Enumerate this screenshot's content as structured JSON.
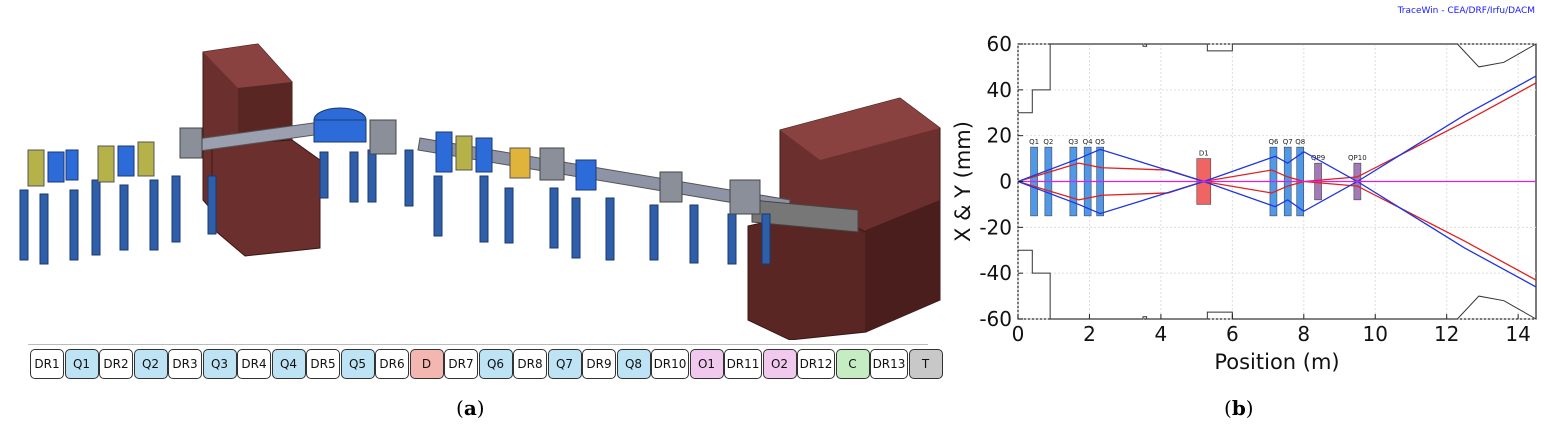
{
  "panel_a": {
    "label": "a",
    "sequence": [
      {
        "label": "DR1",
        "color": "#ffffff"
      },
      {
        "label": "Q1",
        "color": "#bde3f4"
      },
      {
        "label": "DR2",
        "color": "#ffffff"
      },
      {
        "label": "Q2",
        "color": "#bde3f4"
      },
      {
        "label": "DR3",
        "color": "#ffffff"
      },
      {
        "label": "Q3",
        "color": "#bde3f4"
      },
      {
        "label": "DR4",
        "color": "#ffffff"
      },
      {
        "label": "Q4",
        "color": "#bde3f4"
      },
      {
        "label": "DR5",
        "color": "#ffffff"
      },
      {
        "label": "Q5",
        "color": "#bde3f4"
      },
      {
        "label": "DR6",
        "color": "#ffffff"
      },
      {
        "label": "D",
        "color": "#f4b6b0"
      },
      {
        "label": "DR7",
        "color": "#ffffff"
      },
      {
        "label": "Q6",
        "color": "#bde3f4"
      },
      {
        "label": "DR8",
        "color": "#ffffff"
      },
      {
        "label": "Q7",
        "color": "#bde3f4"
      },
      {
        "label": "DR9",
        "color": "#ffffff"
      },
      {
        "label": "Q8",
        "color": "#bde3f4"
      },
      {
        "label": "DR10",
        "color": "#ffffff"
      },
      {
        "label": "O1",
        "color": "#f1c9ee"
      },
      {
        "label": "DR11",
        "color": "#ffffff"
      },
      {
        "label": "O2",
        "color": "#f1c9ee"
      },
      {
        "label": "DR12",
        "color": "#ffffff"
      },
      {
        "label": "C",
        "color": "#c6ecc4"
      },
      {
        "label": "DR13",
        "color": "#ffffff"
      },
      {
        "label": "T",
        "color": "#c8c8c8"
      }
    ]
  },
  "panel_b": {
    "label": "b",
    "credit": "TraceWin - CEA/DRF/Irfu/DACM"
  },
  "chart_data": {
    "type": "line",
    "xlabel": "Position (m)",
    "ylabel": "X & Y (mm)",
    "xlim": [
      0,
      14.5
    ],
    "ylim": [
      -60,
      60
    ],
    "xticks": [
      0,
      2,
      4,
      6,
      8,
      10,
      12,
      14
    ],
    "yticks": [
      -60,
      -40,
      -20,
      0,
      20,
      40,
      60
    ],
    "grid": true,
    "elements": [
      {
        "label": "Q1",
        "x": 0.45,
        "half_height": 15,
        "color": "#3d8ee6"
      },
      {
        "label": "Q2",
        "x": 0.85,
        "half_height": 15,
        "color": "#3d8ee6"
      },
      {
        "label": "Q3",
        "x": 1.55,
        "half_height": 15,
        "color": "#3d8ee6"
      },
      {
        "label": "Q4",
        "x": 1.95,
        "half_height": 15,
        "color": "#3d8ee6"
      },
      {
        "label": "Q5",
        "x": 2.3,
        "half_height": 15,
        "color": "#3d8ee6"
      },
      {
        "label": "D1",
        "x": 5.2,
        "half_height": 10,
        "color": "#f05454"
      },
      {
        "label": "Q6",
        "x": 7.15,
        "half_height": 15,
        "color": "#3d8ee6"
      },
      {
        "label": "Q7",
        "x": 7.55,
        "half_height": 15,
        "color": "#3d8ee6"
      },
      {
        "label": "Q8",
        "x": 7.9,
        "half_height": 15,
        "color": "#3d8ee6"
      },
      {
        "label": "QP9",
        "x": 8.4,
        "half_height": 8,
        "color": "#9a6bb0"
      },
      {
        "label": "QP10",
        "x": 9.5,
        "half_height": 8,
        "color": "#9a6bb0"
      }
    ],
    "series": [
      {
        "color": "#e02020",
        "x": [
          0,
          1.7,
          2.35,
          4.2,
          5.2,
          7.1,
          7.55,
          8.0,
          9.5,
          12.5,
          14.5
        ],
        "y": [
          0,
          8,
          6,
          5,
          0,
          5,
          2,
          0,
          -2,
          -26,
          -43
        ]
      },
      {
        "color": "#e02020",
        "x": [
          0,
          1.7,
          2.35,
          4.2,
          5.2,
          7.1,
          7.55,
          8.0,
          9.5,
          12.5,
          14.5
        ],
        "y": [
          0,
          -8,
          -6,
          -5,
          0,
          -5,
          -2,
          0,
          2,
          26,
          43
        ]
      },
      {
        "color": "#1f35e0",
        "x": [
          0,
          1.7,
          2.3,
          5.2,
          7.2,
          7.55,
          8.0,
          9.5,
          12.5,
          14.5
        ],
        "y": [
          0,
          10,
          14,
          0,
          -11,
          -8,
          -13,
          0,
          29,
          46
        ]
      },
      {
        "color": "#1f35e0",
        "x": [
          0,
          1.7,
          2.3,
          5.2,
          7.2,
          7.55,
          8.0,
          9.5,
          12.5,
          14.5
        ],
        "y": [
          0,
          -10,
          -14,
          0,
          11,
          8,
          13,
          0,
          -29,
          -46
        ]
      },
      {
        "color": "#e01ee0",
        "x": [
          0,
          14.5
        ],
        "y": [
          0,
          0
        ]
      }
    ],
    "aperture": {
      "color": "#333333",
      "upper_x": [
        0,
        0.4,
        0.4,
        0.9,
        0.9,
        3.5,
        3.5,
        3.6,
        3.6,
        3.9,
        3.9,
        5.3,
        5.3,
        6.0,
        6.0,
        10.9,
        10.9,
        12.3,
        12.9,
        13.6,
        14.5
      ],
      "upper_y": [
        30,
        30,
        40,
        40,
        60,
        60,
        59,
        59,
        60,
        60,
        60,
        60,
        57,
        57,
        60,
        60,
        60,
        60,
        50,
        52,
        60
      ]
    }
  }
}
